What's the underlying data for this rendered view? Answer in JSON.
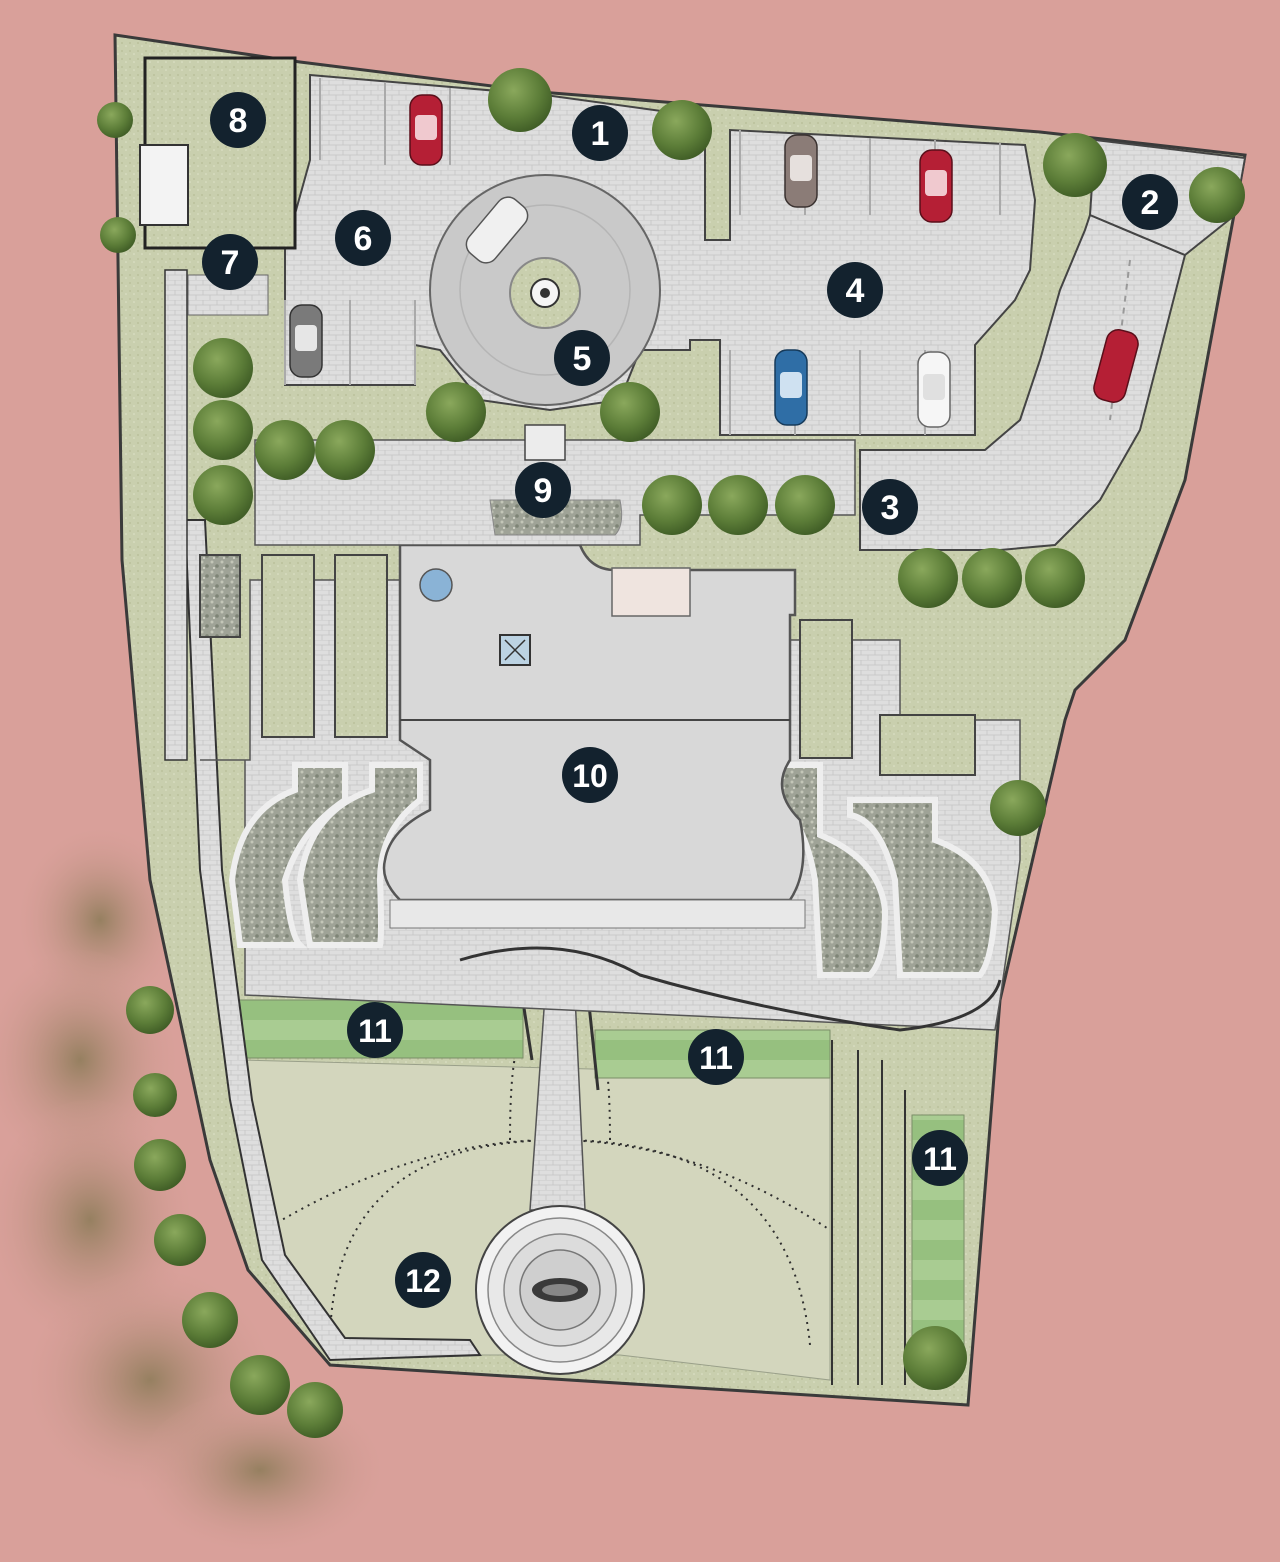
{
  "colors": {
    "background": "#d9a09a",
    "lawn": "#c9cfae",
    "grass_light": "#d6dbbf",
    "turf_stripe": "#9fc78a",
    "paving": "#dcdcdc",
    "paving_dark": "#c6c6c6",
    "building_roof": "#d7d7d7",
    "tree": "#5f7f3d",
    "marker_fill": "#13222e",
    "marker_text": "#ffffff",
    "car_red": "#b51f35",
    "car_blue": "#2f6ea6"
  },
  "markers": [
    {
      "id": "m1",
      "label": "1"
    },
    {
      "id": "m2",
      "label": "2"
    },
    {
      "id": "m3",
      "label": "3"
    },
    {
      "id": "m4",
      "label": "4"
    },
    {
      "id": "m5",
      "label": "5"
    },
    {
      "id": "m6",
      "label": "6"
    },
    {
      "id": "m7",
      "label": "7"
    },
    {
      "id": "m8",
      "label": "8"
    },
    {
      "id": "m9",
      "label": "9"
    },
    {
      "id": "m10",
      "label": "10"
    },
    {
      "id": "m11a",
      "label": "11"
    },
    {
      "id": "m11b",
      "label": "11"
    },
    {
      "id": "m11c",
      "label": "11"
    },
    {
      "id": "m12",
      "label": "12"
    }
  ]
}
